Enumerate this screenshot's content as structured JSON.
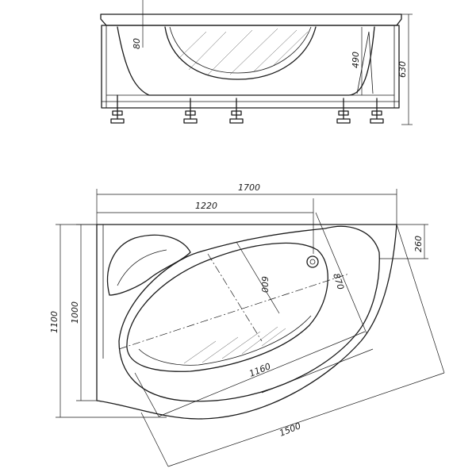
{
  "dimensions": {
    "front_rim": "80",
    "front_depth": "490",
    "front_height": "630",
    "overall_length": "1700",
    "top_length": "1220",
    "right_offset": "260",
    "diag_width": "870",
    "inner_width": "600",
    "inner_length": "1160",
    "diag_length": "1500",
    "overall_width": "1100",
    "left_width": "1000"
  }
}
